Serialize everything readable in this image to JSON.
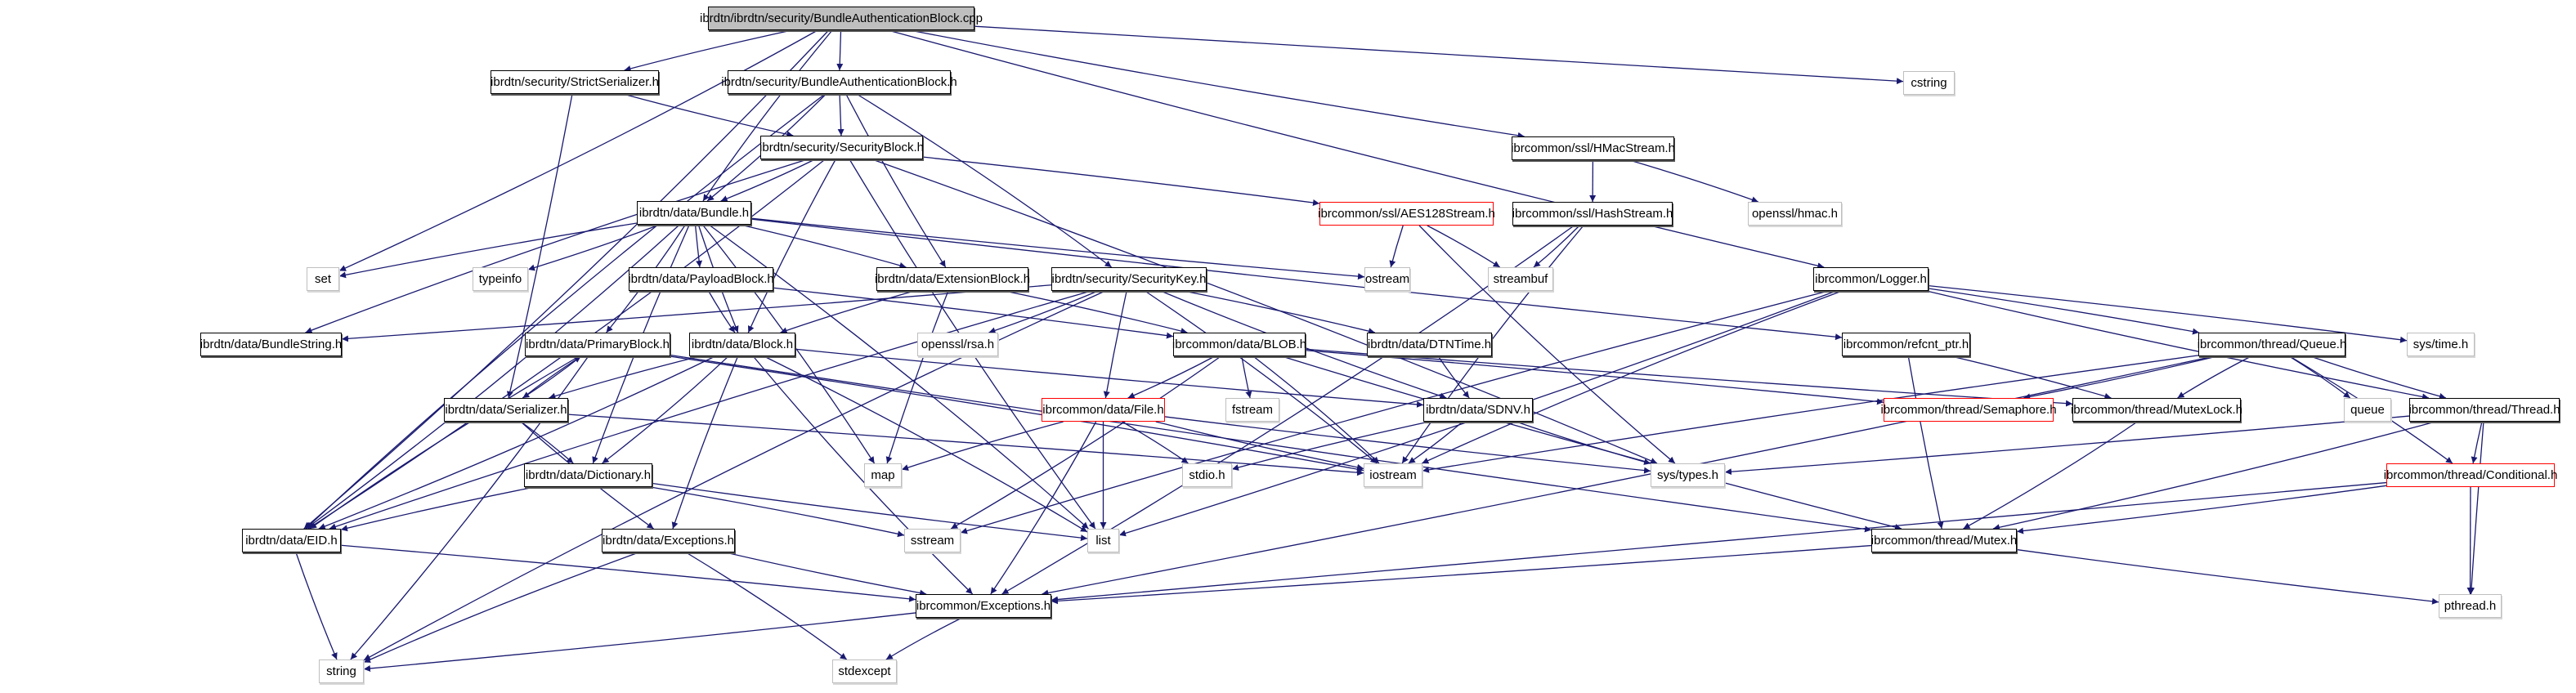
{
  "title": "ibrdtn/ibrdtn/security/BundleAuthenticationBlock.cpp include dependency graph",
  "colors": {
    "edge": "#191970",
    "root_fill": "#bfbfbf",
    "external_border": "#bfbfbf",
    "truncated_border": "#ff0000"
  },
  "nodes": [
    {
      "id": "root",
      "label": "ibrdtn/ibrdtn/security/BundleAuthenticationBlock.cpp",
      "kind": "root"
    },
    {
      "id": "strictser",
      "label": "ibrdtn/security/StrictSerializer.h",
      "kind": "file"
    },
    {
      "id": "bab",
      "label": "ibrdtn/security/BundleAuthenticationBlock.h",
      "kind": "file"
    },
    {
      "id": "secblock",
      "label": "ibrdtn/security/SecurityBlock.h",
      "kind": "file"
    },
    {
      "id": "hmac",
      "label": "ibrcommon/ssl/HMacStream.h",
      "kind": "file"
    },
    {
      "id": "cstring",
      "label": "cstring",
      "kind": "external"
    },
    {
      "id": "bundle",
      "label": "ibrdtn/data/Bundle.h",
      "kind": "file"
    },
    {
      "id": "aes",
      "label": "ibrcommon/ssl/AES128Stream.h",
      "kind": "truncated"
    },
    {
      "id": "hashstream",
      "label": "ibrcommon/ssl/HashStream.h",
      "kind": "file"
    },
    {
      "id": "opensslhmac",
      "label": "openssl/hmac.h",
      "kind": "external"
    },
    {
      "id": "set",
      "label": "set",
      "kind": "external"
    },
    {
      "id": "typeinfo",
      "label": "typeinfo",
      "kind": "external"
    },
    {
      "id": "payload",
      "label": "ibrdtn/data/PayloadBlock.h",
      "kind": "file"
    },
    {
      "id": "extblock",
      "label": "ibrdtn/data/ExtensionBlock.h",
      "kind": "file"
    },
    {
      "id": "seckey",
      "label": "ibrdtn/security/SecurityKey.h",
      "kind": "file"
    },
    {
      "id": "ostream",
      "label": "ostream",
      "kind": "external"
    },
    {
      "id": "streambuf",
      "label": "streambuf",
      "kind": "external"
    },
    {
      "id": "logger",
      "label": "ibrcommon/Logger.h",
      "kind": "file"
    },
    {
      "id": "bundlestring",
      "label": "ibrdtn/data/BundleString.h",
      "kind": "file"
    },
    {
      "id": "primary",
      "label": "ibrdtn/data/PrimaryBlock.h",
      "kind": "file"
    },
    {
      "id": "block",
      "label": "ibrdtn/data/Block.h",
      "kind": "file"
    },
    {
      "id": "rsa",
      "label": "openssl/rsa.h",
      "kind": "external"
    },
    {
      "id": "blob",
      "label": "ibrcommon/data/BLOB.h",
      "kind": "file"
    },
    {
      "id": "dtntime",
      "label": "ibrdtn/data/DTNTime.h",
      "kind": "file"
    },
    {
      "id": "refcnt",
      "label": "ibrcommon/refcnt_ptr.h",
      "kind": "file"
    },
    {
      "id": "queue_h",
      "label": "ibrcommon/thread/Queue.h",
      "kind": "file"
    },
    {
      "id": "systime",
      "label": "sys/time.h",
      "kind": "external"
    },
    {
      "id": "serializer",
      "label": "ibrdtn/data/Serializer.h",
      "kind": "file"
    },
    {
      "id": "file",
      "label": "ibrcommon/data/File.h",
      "kind": "truncated"
    },
    {
      "id": "fstream",
      "label": "fstream",
      "kind": "external"
    },
    {
      "id": "sdnv",
      "label": "ibrdtn/data/SDNV.h",
      "kind": "file"
    },
    {
      "id": "semaphore",
      "label": "ibrcommon/thread/Semaphore.h",
      "kind": "truncated"
    },
    {
      "id": "mutexlock",
      "label": "ibrcommon/thread/MutexLock.h",
      "kind": "file"
    },
    {
      "id": "queue",
      "label": "queue",
      "kind": "external"
    },
    {
      "id": "thread",
      "label": "ibrcommon/thread/Thread.h",
      "kind": "file"
    },
    {
      "id": "dictionary",
      "label": "ibrdtn/data/Dictionary.h",
      "kind": "file"
    },
    {
      "id": "map",
      "label": "map",
      "kind": "external"
    },
    {
      "id": "stdio",
      "label": "stdio.h",
      "kind": "external"
    },
    {
      "id": "iostream",
      "label": "iostream",
      "kind": "external"
    },
    {
      "id": "systypes",
      "label": "sys/types.h",
      "kind": "external"
    },
    {
      "id": "conditional",
      "label": "ibrcommon/thread/Conditional.h",
      "kind": "truncated"
    },
    {
      "id": "eid",
      "label": "ibrdtn/data/EID.h",
      "kind": "file"
    },
    {
      "id": "dataexc",
      "label": "ibrdtn/data/Exceptions.h",
      "kind": "file"
    },
    {
      "id": "sstream",
      "label": "sstream",
      "kind": "external"
    },
    {
      "id": "list",
      "label": "list",
      "kind": "external"
    },
    {
      "id": "mutex",
      "label": "ibrcommon/thread/Mutex.h",
      "kind": "file"
    },
    {
      "id": "commonexc",
      "label": "ibrcommon/Exceptions.h",
      "kind": "file"
    },
    {
      "id": "pthread",
      "label": "pthread.h",
      "kind": "external"
    },
    {
      "id": "string",
      "label": "string",
      "kind": "external"
    },
    {
      "id": "stdexcept",
      "label": "stdexcept",
      "kind": "external"
    }
  ],
  "edges": [
    [
      "root",
      "strictser"
    ],
    [
      "root",
      "bab"
    ],
    [
      "root",
      "bundle"
    ],
    [
      "root",
      "set"
    ],
    [
      "root",
      "hmac"
    ],
    [
      "root",
      "cstring"
    ],
    [
      "root",
      "logger"
    ],
    [
      "root",
      "eid"
    ],
    [
      "strictser",
      "secblock"
    ],
    [
      "strictser",
      "serializer"
    ],
    [
      "bab",
      "secblock"
    ],
    [
      "bab",
      "bundle"
    ],
    [
      "bab",
      "extblock"
    ],
    [
      "bab",
      "seckey"
    ],
    [
      "bab",
      "eid"
    ],
    [
      "secblock",
      "bundle"
    ],
    [
      "secblock",
      "block"
    ],
    [
      "secblock",
      "aes"
    ],
    [
      "secblock",
      "bundlestring"
    ],
    [
      "secblock",
      "eid"
    ],
    [
      "secblock",
      "list"
    ],
    [
      "secblock",
      "systypes"
    ],
    [
      "hmac",
      "hashstream"
    ],
    [
      "hmac",
      "opensslhmac"
    ],
    [
      "bundle",
      "set"
    ],
    [
      "bundle",
      "typeinfo"
    ],
    [
      "bundle",
      "payload"
    ],
    [
      "bundle",
      "extblock"
    ],
    [
      "bundle",
      "ostream"
    ],
    [
      "bundle",
      "primary"
    ],
    [
      "bundle",
      "block"
    ],
    [
      "bundle",
      "eid"
    ],
    [
      "bundle",
      "dictionary"
    ],
    [
      "bundle",
      "map"
    ],
    [
      "bundle",
      "refcnt"
    ],
    [
      "bundle",
      "list"
    ],
    [
      "aes",
      "ostream"
    ],
    [
      "aes",
      "streambuf"
    ],
    [
      "aes",
      "systypes"
    ],
    [
      "hashstream",
      "streambuf"
    ],
    [
      "hashstream",
      "iostream"
    ],
    [
      "hashstream",
      "commonexc"
    ],
    [
      "payload",
      "block"
    ],
    [
      "payload",
      "blob"
    ],
    [
      "extblock",
      "block"
    ],
    [
      "extblock",
      "blob"
    ],
    [
      "extblock",
      "map"
    ],
    [
      "seckey",
      "rsa"
    ],
    [
      "seckey",
      "file"
    ],
    [
      "seckey",
      "dtntime"
    ],
    [
      "seckey",
      "sdnv"
    ],
    [
      "seckey",
      "iostream"
    ],
    [
      "seckey",
      "eid"
    ],
    [
      "seckey",
      "bundlestring"
    ],
    [
      "seckey",
      "string"
    ],
    [
      "logger",
      "queue_h"
    ],
    [
      "logger",
      "thread"
    ],
    [
      "logger",
      "systime"
    ],
    [
      "logger",
      "iostream"
    ],
    [
      "logger",
      "list"
    ],
    [
      "logger",
      "sstream"
    ],
    [
      "primary",
      "serializer"
    ],
    [
      "primary",
      "eid"
    ],
    [
      "primary",
      "iostream"
    ],
    [
      "primary",
      "mutex"
    ],
    [
      "primary",
      "string"
    ],
    [
      "block",
      "serializer"
    ],
    [
      "block",
      "dictionary"
    ],
    [
      "block",
      "dataexc"
    ],
    [
      "block",
      "eid"
    ],
    [
      "block",
      "sdnv"
    ],
    [
      "block",
      "list"
    ],
    [
      "block",
      "commonexc"
    ],
    [
      "blob",
      "file"
    ],
    [
      "blob",
      "fstream"
    ],
    [
      "blob",
      "iostream"
    ],
    [
      "blob",
      "mutex"
    ],
    [
      "blob",
      "semaphore"
    ],
    [
      "blob",
      "mutexlock"
    ],
    [
      "blob",
      "sstream"
    ],
    [
      "dtntime",
      "sdnv"
    ],
    [
      "refcnt",
      "mutexlock"
    ],
    [
      "refcnt",
      "mutex"
    ],
    [
      "queue_h",
      "semaphore"
    ],
    [
      "queue_h",
      "mutexlock"
    ],
    [
      "queue_h",
      "queue"
    ],
    [
      "queue_h",
      "thread"
    ],
    [
      "queue_h",
      "conditional"
    ],
    [
      "queue_h",
      "iostream"
    ],
    [
      "queue_h",
      "commonexc"
    ],
    [
      "serializer",
      "primary"
    ],
    [
      "serializer",
      "dictionary"
    ],
    [
      "serializer",
      "dataexc"
    ],
    [
      "serializer",
      "iostream"
    ],
    [
      "file",
      "map"
    ],
    [
      "file",
      "stdio"
    ],
    [
      "file",
      "iostream"
    ],
    [
      "file",
      "list"
    ],
    [
      "file",
      "systypes"
    ],
    [
      "file",
      "commonexc"
    ],
    [
      "sdnv",
      "stdio"
    ],
    [
      "sdnv",
      "iostream"
    ],
    [
      "sdnv",
      "systypes"
    ],
    [
      "mutexlock",
      "mutex"
    ],
    [
      "thread",
      "conditional"
    ],
    [
      "thread",
      "mutex"
    ],
    [
      "thread",
      "pthread"
    ],
    [
      "thread",
      "systypes"
    ],
    [
      "dictionary",
      "eid"
    ],
    [
      "dictionary",
      "sstream"
    ],
    [
      "dictionary",
      "list"
    ],
    [
      "conditional",
      "mutex"
    ],
    [
      "conditional",
      "pthread"
    ],
    [
      "conditional",
      "commonexc"
    ],
    [
      "eid",
      "string"
    ],
    [
      "eid",
      "commonexc"
    ],
    [
      "dataexc",
      "string"
    ],
    [
      "dataexc",
      "stdexcept"
    ],
    [
      "dataexc",
      "commonexc"
    ],
    [
      "mutex",
      "commonexc"
    ],
    [
      "mutex",
      "pthread"
    ],
    [
      "commonexc",
      "string"
    ],
    [
      "commonexc",
      "stdexcept"
    ]
  ]
}
